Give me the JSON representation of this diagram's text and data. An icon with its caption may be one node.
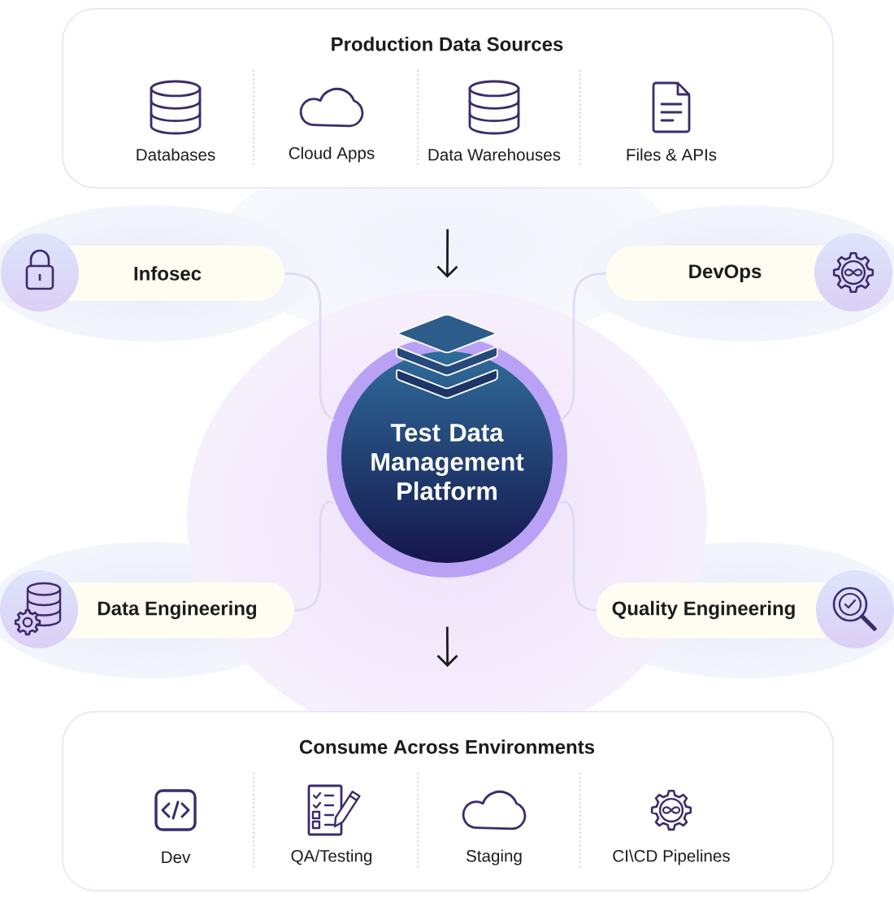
{
  "diagram": {
    "nodes": [
      {
        "text": [
          "Production Data Sources"
        ]
      },
      {
        "text": [
          "Databases"
        ],
        "in": 0
      },
      {
        "text": [
          "Cloud Apps"
        ],
        "in": 0
      },
      {
        "text": [
          "Data Warehouses"
        ],
        "in": 0
      },
      {
        "text": [
          "Files & APIs"
        ],
        "in": 0
      },
      {
        "text": [
          "Infosec"
        ]
      },
      {
        "text": [
          "DevOps"
        ]
      },
      {
        "text": [
          "Test Data Management Platform"
        ]
      },
      {
        "text": [
          "Data Engineering"
        ]
      },
      {
        "text": [
          "Quality Engineering"
        ]
      },
      {
        "text": [
          "Consume Across Environments"
        ]
      },
      {
        "text": [
          "Dev"
        ],
        "in": 10
      },
      {
        "text": [
          "QA/Testing"
        ],
        "in": 10
      },
      {
        "text": [
          "Staging"
        ],
        "in": 10
      },
      {
        "text": [
          "CI\\CD Pipelines"
        ],
        "in": 10
      }
    ],
    "edges": [
      {
        "from": 0,
        "to": 7,
        "arrow": "to",
        "color": "#1c1c1c"
      },
      {
        "from": 5,
        "to": 7,
        "arrow": "none"
      },
      {
        "from": 6,
        "to": 7,
        "arrow": "none"
      },
      {
        "from": 8,
        "to": 7,
        "arrow": "none"
      },
      {
        "from": 9,
        "to": 7,
        "arrow": "none"
      },
      {
        "from": 7,
        "to": 10,
        "arrow": "to",
        "color": "#1c1c1c"
      }
    ]
  }
}
